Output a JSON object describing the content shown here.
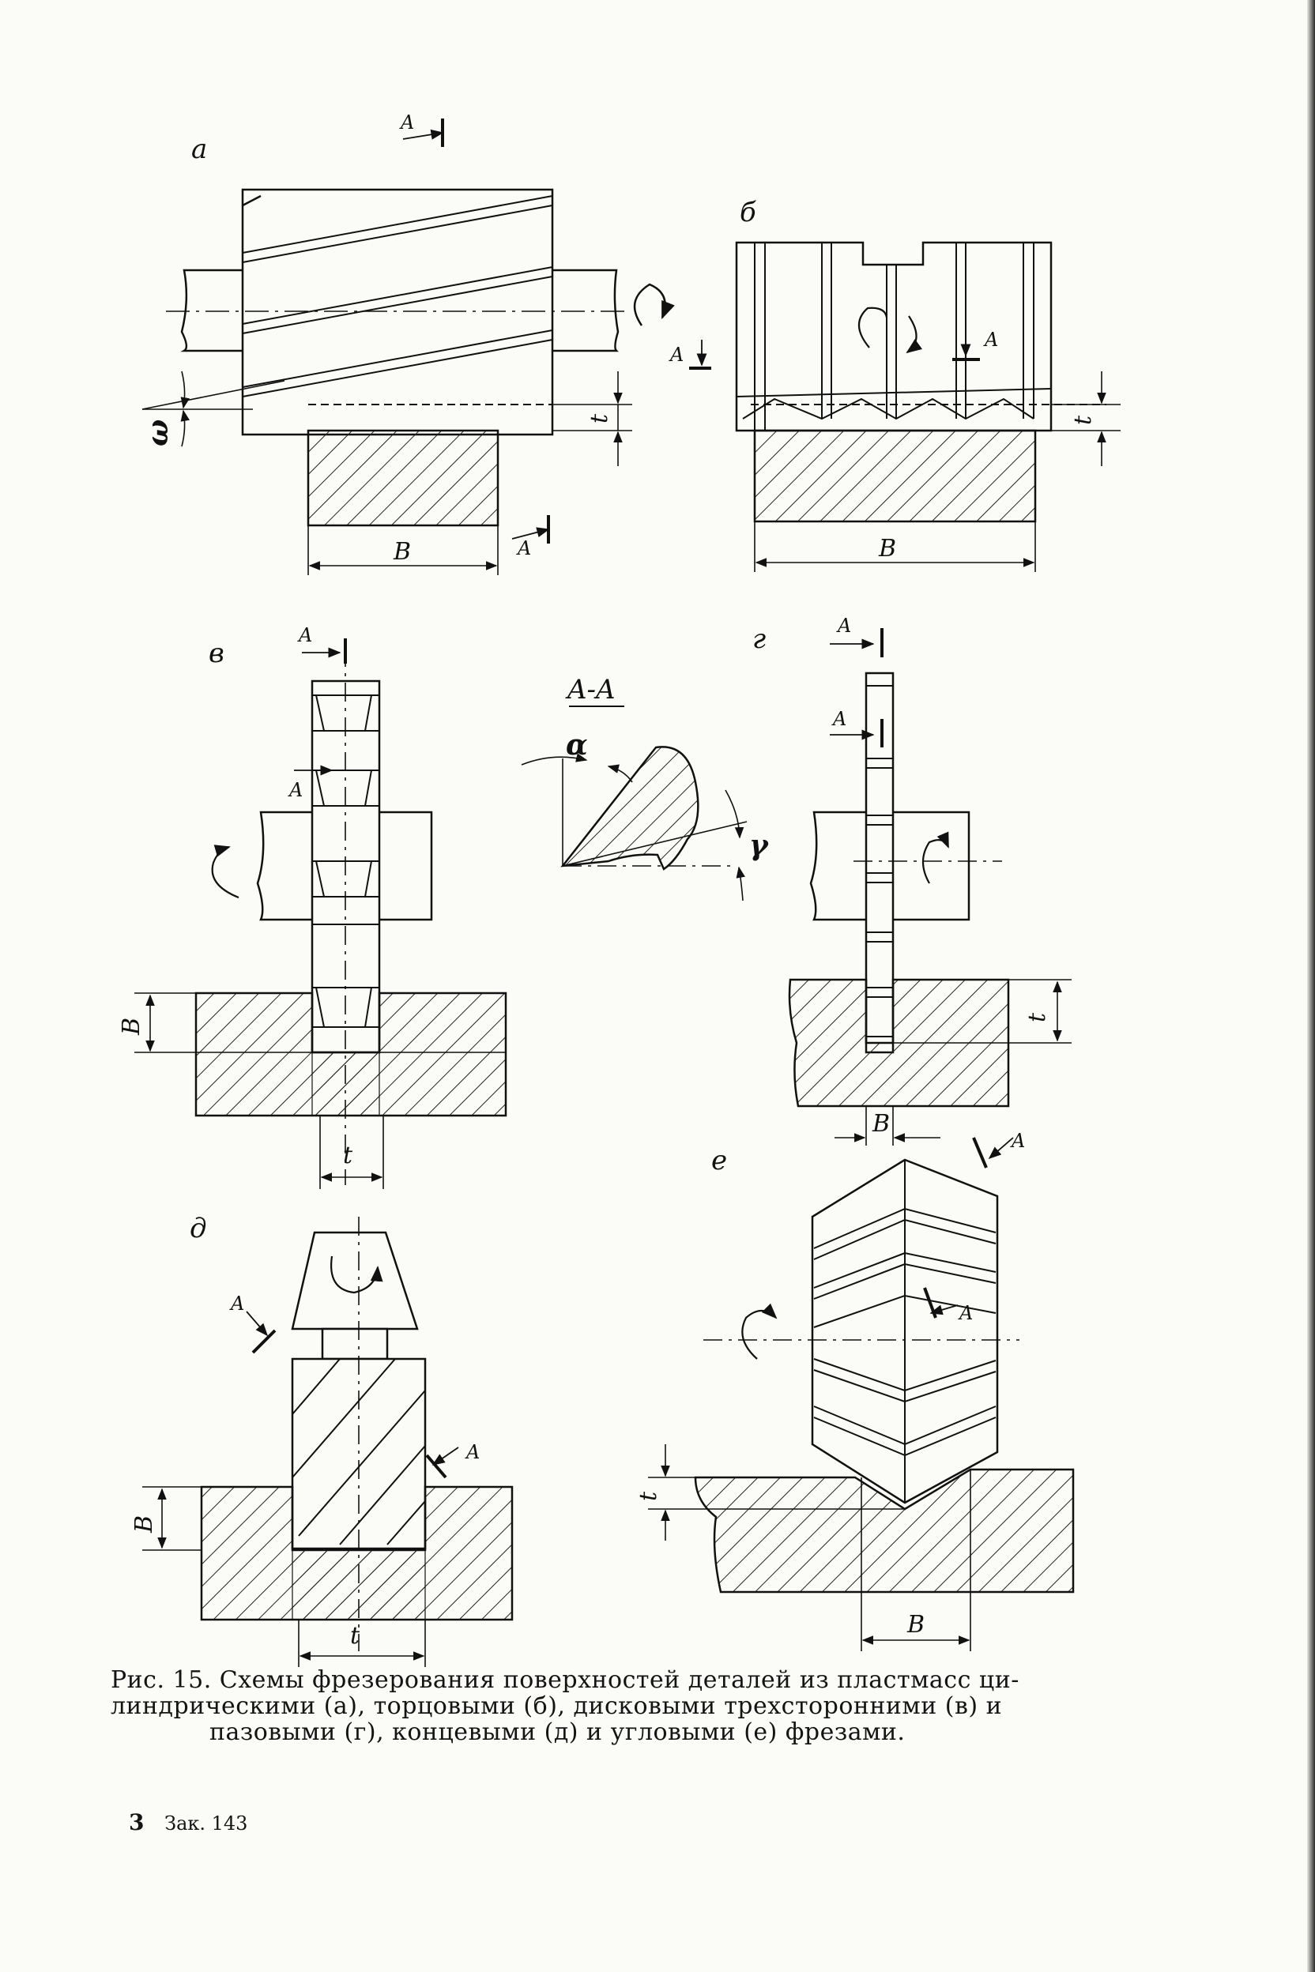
{
  "figure": {
    "panels": {
      "a": {
        "letter": "а",
        "section_mark": "A",
        "width_label": "B",
        "depth_label": "t",
        "angle_label": "ω"
      },
      "b": {
        "letter": "б",
        "section_mark": "A",
        "width_label": "B",
        "depth_label": "t"
      },
      "v": {
        "letter": "в",
        "section_mark": "A",
        "width_label": "B",
        "depth_label": "t"
      },
      "section_aa": {
        "title": "A-A",
        "alpha": "α",
        "gamma": "γ"
      },
      "g": {
        "letter": "г",
        "section_mark": "A",
        "width_label": "B",
        "depth_label": "t"
      },
      "d": {
        "letter": "д",
        "section_mark": "A",
        "width_label": "B",
        "depth_label": "t"
      },
      "e": {
        "letter": "е",
        "section_mark": "A",
        "width_label": "B",
        "depth_label": "t"
      }
    }
  },
  "caption": {
    "line1": "Рис. 15. Схемы фрезерования поверхностей деталей из пластмасс ци-",
    "line2": "линдрическими (а), торцовыми (б), дисковыми трехсторонними (в) и",
    "line3": "пазовыми (г), концевыми (д) и угловыми (е) фрезами."
  },
  "footer": {
    "page": "3",
    "order": "Зак. 143"
  }
}
